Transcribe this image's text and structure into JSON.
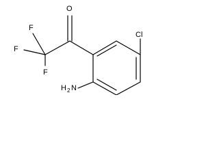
{
  "structure": {
    "atoms": {
      "oxygen": "O",
      "chlorine": "Cl",
      "fluorine_top": "F",
      "fluorine_left": "F",
      "fluorine_bottom": "F",
      "amine_h": "H",
      "amine_sub": "2",
      "amine_n": "N"
    }
  }
}
